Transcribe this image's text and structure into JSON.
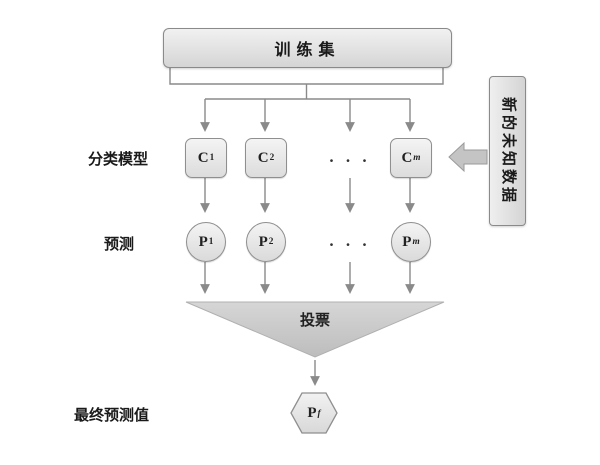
{
  "diagram": {
    "training_set_label": "训练集",
    "row_labels": {
      "classifiers": "分类模型",
      "predictions": "预测",
      "final": "最终预测值"
    },
    "classifier_nodes": [
      {
        "base": "C",
        "sub": "1"
      },
      {
        "base": "C",
        "sub": "2"
      },
      {
        "base": "C",
        "sub": "m"
      }
    ],
    "classifier_dots": ". . .",
    "prediction_nodes": [
      {
        "base": "P",
        "sub": "1"
      },
      {
        "base": "P",
        "sub": "2"
      },
      {
        "base": "P",
        "sub": "m"
      }
    ],
    "prediction_dots": ". . .",
    "voting_label": "投票",
    "final_node": {
      "base": "P",
      "sub": "f"
    },
    "new_data_label": "新的未知数据",
    "colors": {
      "node_border": "#8f8f8f",
      "node_fill": "#e6e6e6",
      "funnel_fill": "#c9c9c9",
      "arrow": "#8a8a8a",
      "block_arrow_fill": "#c4c4c4"
    }
  }
}
